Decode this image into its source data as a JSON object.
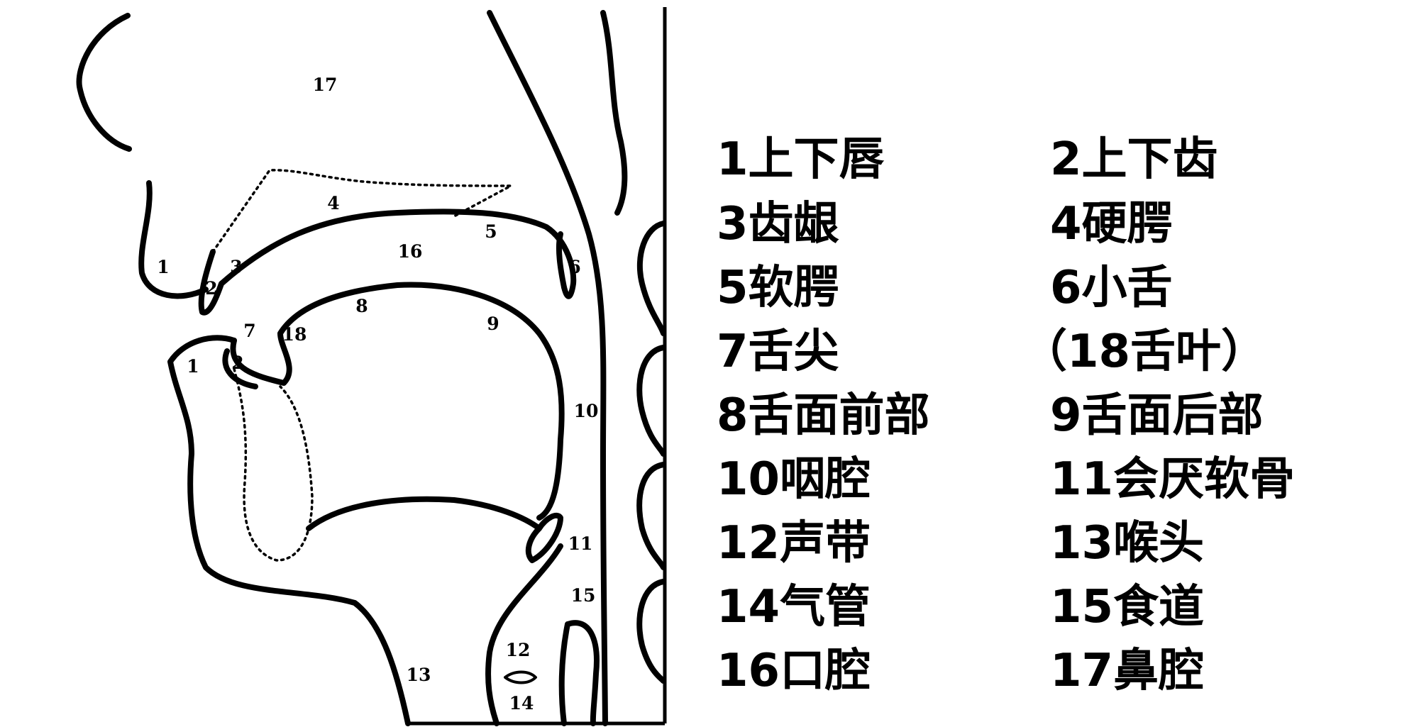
{
  "diagram": {
    "region_labels": [
      "17",
      "1",
      "2",
      "3",
      "4",
      "5",
      "16",
      "6",
      "7",
      "18",
      "8",
      "9",
      "1",
      "2",
      "10",
      "11",
      "15",
      "12",
      "13",
      "14"
    ]
  },
  "legend": {
    "rows": [
      {
        "left": "1上下唇",
        "right": "2上下齿"
      },
      {
        "left": "3齿龈",
        "right": "4硬腭"
      },
      {
        "left": "5软腭",
        "right": "6小舌"
      },
      {
        "left": "7舌尖",
        "right": "（18舌叶）"
      },
      {
        "left": "8舌面前部",
        "right": "9舌面后部"
      },
      {
        "left": "10咽腔",
        "right": "11会厌软骨"
      },
      {
        "left": "12声带",
        "right": "13喉头"
      },
      {
        "left": "14气管",
        "right": "15食道"
      },
      {
        "left": "16口腔",
        "right": "17鼻腔"
      }
    ]
  }
}
